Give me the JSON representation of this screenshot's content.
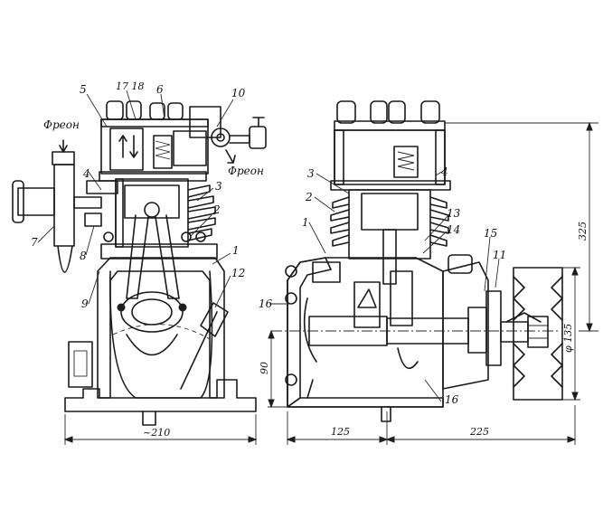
{
  "labels": {
    "l5": "5",
    "l17_18": "17 18",
    "l6": "6",
    "l10": "10",
    "freon_in": "Фреон",
    "freon_out": "Фреон",
    "l4_left": "4",
    "l3_left": "3",
    "l2_left": "2",
    "l1_left": "1",
    "l12": "12",
    "l7": "7",
    "l8": "8",
    "l9": "9",
    "l3_right": "3",
    "l4_right": "4",
    "l2_right": "2",
    "l1_right": "1",
    "l13": "13",
    "l14": "14",
    "l15": "15",
    "l11": "11",
    "l16_left": "16",
    "l16_bottom": "16"
  },
  "dimensions": {
    "d210": "~210",
    "d90": "90",
    "d125": "125",
    "d225": "225",
    "d325": "325",
    "d135": "φ 135"
  },
  "colors": {
    "ink": "#1a1a1a",
    "paper": "#ffffff"
  }
}
